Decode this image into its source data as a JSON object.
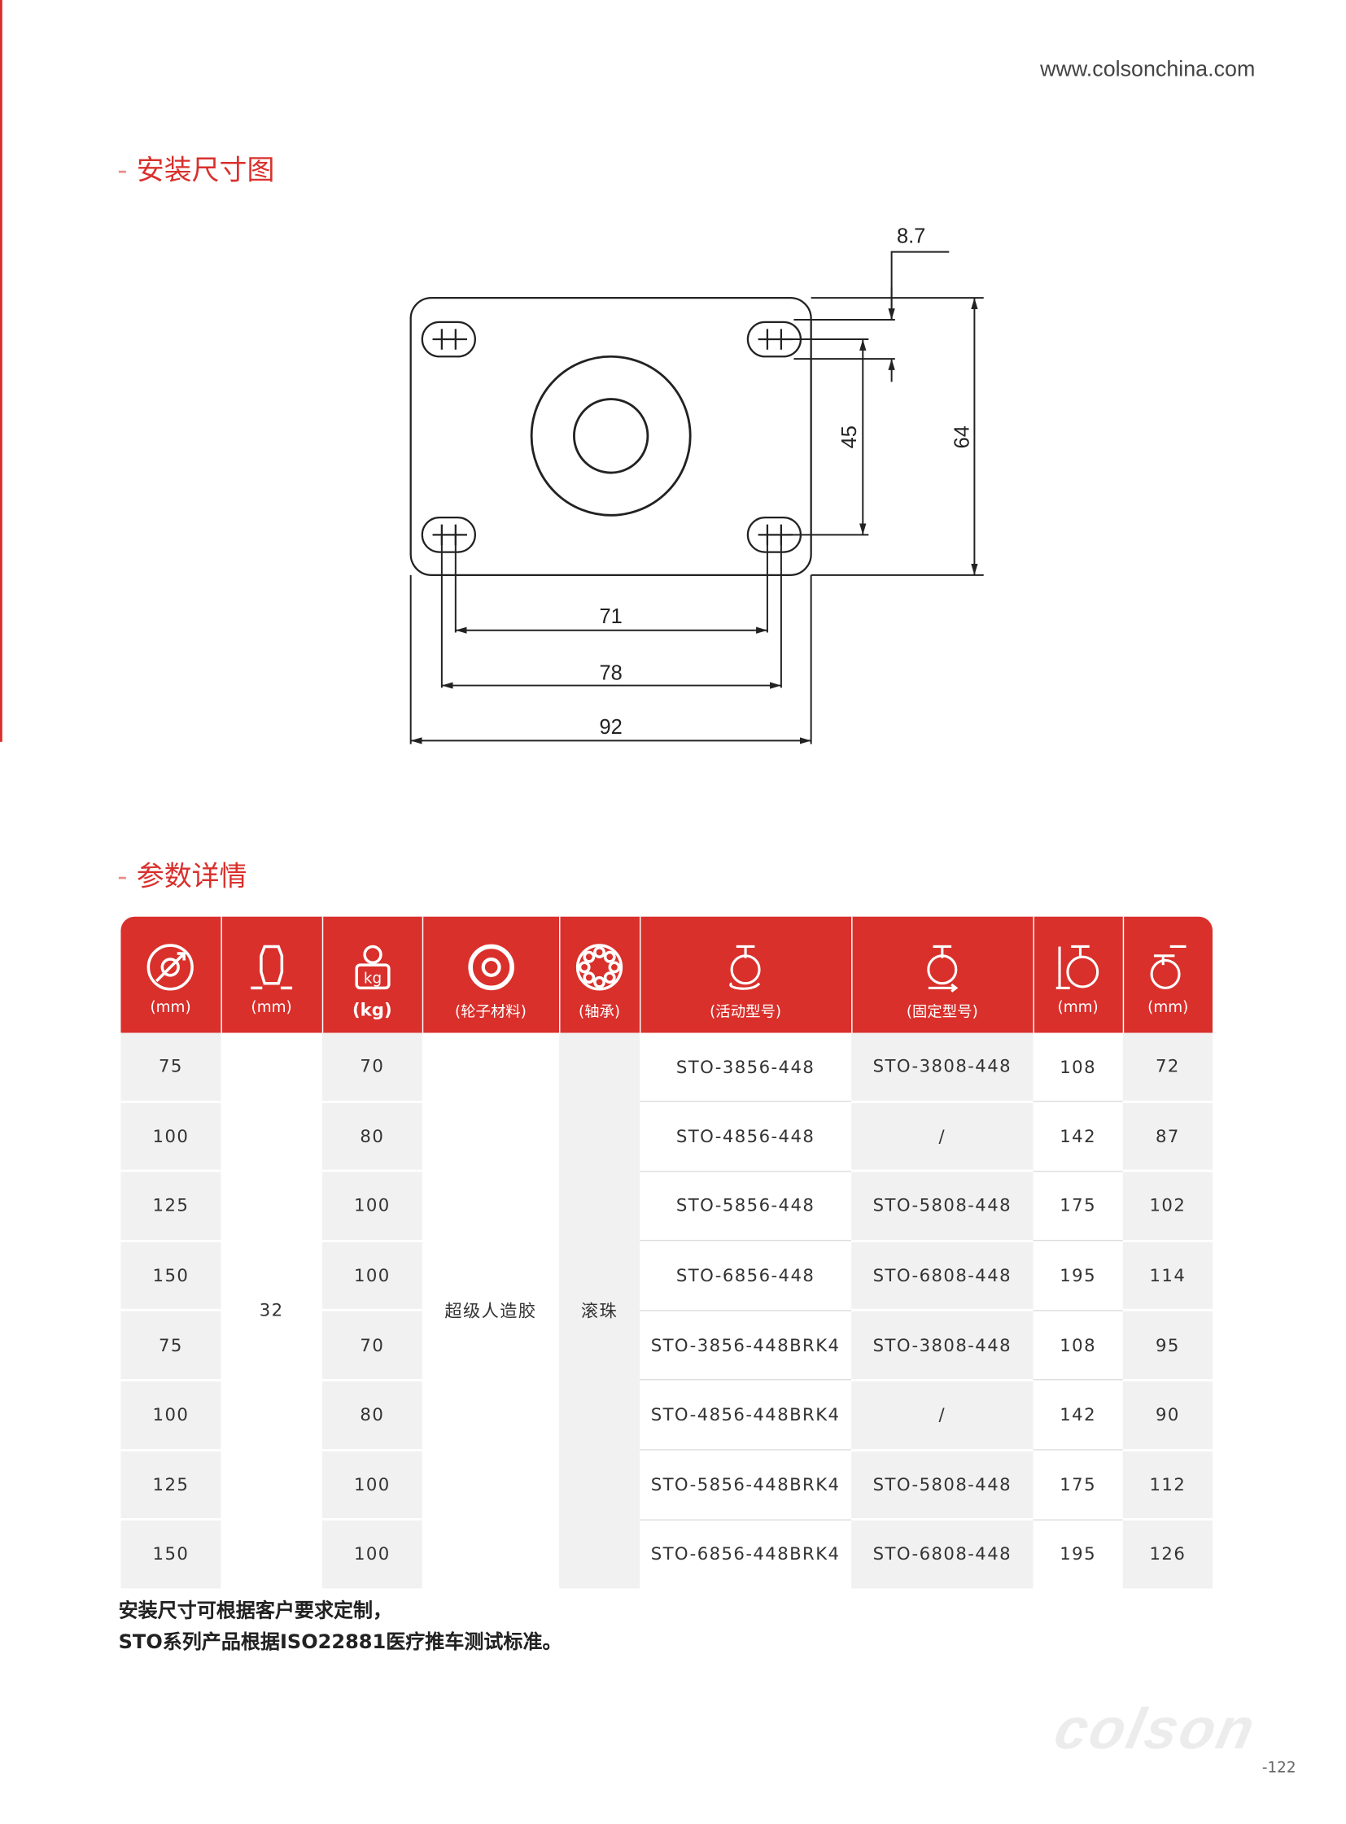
{
  "header": {
    "url": "www.colsonchina.com"
  },
  "section1": {
    "dash": "-",
    "title": "安装尺寸图"
  },
  "dimensions": {
    "d1": "8.7",
    "d2": "45",
    "d3": "64",
    "d4": "71",
    "d5": "78",
    "d6": "92"
  },
  "section2": {
    "dash": "-",
    "title": "参数详情"
  },
  "table": {
    "headers": [
      {
        "icon": "wheel-diameter-icon",
        "unit": "(mm)"
      },
      {
        "icon": "wheel-width-icon",
        "unit": "(mm)"
      },
      {
        "icon": "load-weight-icon",
        "unit": "(kg)"
      },
      {
        "icon": "wheel-material-icon",
        "unit": "(轮子材料)"
      },
      {
        "icon": "bearing-icon",
        "unit": "(轴承)"
      },
      {
        "icon": "swivel-caster-icon",
        "unit": "(活动型号)"
      },
      {
        "icon": "rigid-caster-icon",
        "unit": "(固定型号)"
      },
      {
        "icon": "caster-height-icon",
        "unit": "(mm)"
      },
      {
        "icon": "swivel-offset-icon",
        "unit": "(mm)"
      }
    ],
    "width": "32",
    "material": "超级人造胶",
    "bearing": "滚珠",
    "rows": [
      {
        "diameter": "75",
        "load": "70",
        "swivel": "STO-3856-448",
        "rigid": "STO-3808-448",
        "height": "108",
        "offset": "72"
      },
      {
        "diameter": "100",
        "load": "80",
        "swivel": "STO-4856-448",
        "rigid": "/",
        "height": "142",
        "offset": "87"
      },
      {
        "diameter": "125",
        "load": "100",
        "swivel": "STO-5856-448",
        "rigid": "STO-5808-448",
        "height": "175",
        "offset": "102"
      },
      {
        "diameter": "150",
        "load": "100",
        "swivel": "STO-6856-448",
        "rigid": "STO-6808-448",
        "height": "195",
        "offset": "114"
      },
      {
        "diameter": "75",
        "load": "70",
        "swivel": "STO-3856-448BRK4",
        "rigid": "STO-3808-448",
        "height": "108",
        "offset": "95"
      },
      {
        "diameter": "100",
        "load": "80",
        "swivel": "STO-4856-448BRK4",
        "rigid": "/",
        "height": "142",
        "offset": "90"
      },
      {
        "diameter": "125",
        "load": "100",
        "swivel": "STO-5856-448BRK4",
        "rigid": "STO-5808-448",
        "height": "175",
        "offset": "112"
      },
      {
        "diameter": "150",
        "load": "100",
        "swivel": "STO-6856-448BRK4",
        "rigid": "STO-6808-448",
        "height": "195",
        "offset": "126"
      }
    ]
  },
  "notes": [
    "安装尺寸可根据客户要求定制，",
    "STO系列产品根据ISO22881医疗推车测试标准。"
  ],
  "footer": {
    "logo": "colson",
    "page": "-122"
  },
  "colors": {
    "accent": "#d9302c",
    "cell_gray": "#f1f1f1"
  }
}
